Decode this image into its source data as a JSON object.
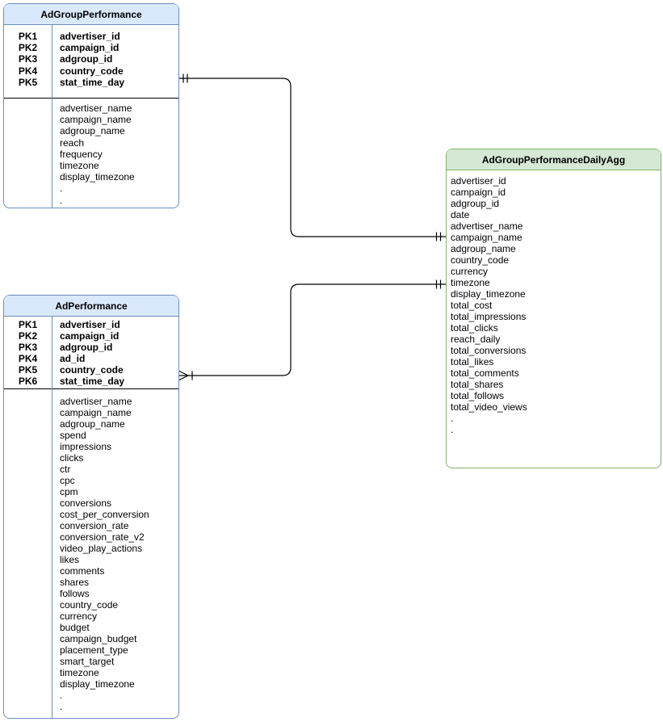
{
  "diagram": {
    "colors": {
      "blue_fill": "#dae8fc",
      "blue_stroke": "#6c8ebf",
      "green_fill": "#d5e8d4",
      "green_stroke": "#82b366",
      "line": "#000000",
      "background": "#ffffff",
      "text": "#000000"
    },
    "entities": [
      {
        "title": "AdGroupPerformance",
        "theme": "blue",
        "primary_keys": [
          {
            "key": "PK1",
            "field": "advertiser_id"
          },
          {
            "key": "PK2",
            "field": "campaign_id"
          },
          {
            "key": "PK3",
            "field": "adgroup_id"
          },
          {
            "key": "PK4",
            "field": "country_code"
          },
          {
            "key": "PK5",
            "field": "stat_time_day"
          }
        ],
        "attributes": [
          "advertiser_name",
          "campaign_name",
          "adgroup_name",
          "reach",
          "frequency",
          "timezone",
          "display_timezone",
          ".",
          "."
        ]
      },
      {
        "title": "AdPerformance",
        "theme": "blue",
        "primary_keys": [
          {
            "key": "PK1",
            "field": "advertiser_id"
          },
          {
            "key": "PK2",
            "field": "campaign_id"
          },
          {
            "key": "PK3",
            "field": "adgroup_id"
          },
          {
            "key": "PK4",
            "field": "ad_id"
          },
          {
            "key": "PK5",
            "field": "country_code"
          },
          {
            "key": "PK6",
            "field": "stat_time_day"
          }
        ],
        "attributes": [
          "advertiser_name",
          "campaign_name",
          "adgroup_name",
          "spend",
          "impressions",
          "clicks",
          "ctr",
          "cpc",
          "cpm",
          "conversions",
          "cost_per_conversion",
          "conversion_rate",
          "conversion_rate_v2",
          "video_play_actions",
          "likes",
          "comments",
          "shares",
          "follows",
          "country_code",
          "currency",
          "budget",
          "campaign_budget",
          "placement_type",
          "smart_target",
          "timezone",
          "display_timezone",
          ".",
          "."
        ]
      },
      {
        "title": "AdGroupPerformanceDailyAgg",
        "theme": "green",
        "primary_keys": [],
        "attributes": [
          "advertiser_id",
          "campaign_id",
          "adgroup_id",
          "date",
          "advertiser_name",
          "campaign_name",
          "adgroup_name",
          "country_code",
          "currency",
          "timezone",
          "display_timezone",
          "total_cost",
          "total_impressions",
          "total_clicks",
          "reach_daily",
          "total_conversions",
          "total_likes",
          "total_comments",
          "total_shares",
          "total_follows",
          "total_video_views",
          ".",
          "."
        ]
      }
    ],
    "relationships": [
      {
        "from": "AdGroupPerformance",
        "to": "AdGroupPerformanceDailyAgg",
        "from_cardinality": "exactly-one",
        "to_cardinality": "exactly-one"
      },
      {
        "from": "AdPerformance",
        "to": "AdGroupPerformanceDailyAgg",
        "from_cardinality": "one-or-many",
        "to_cardinality": "exactly-one"
      }
    ]
  }
}
